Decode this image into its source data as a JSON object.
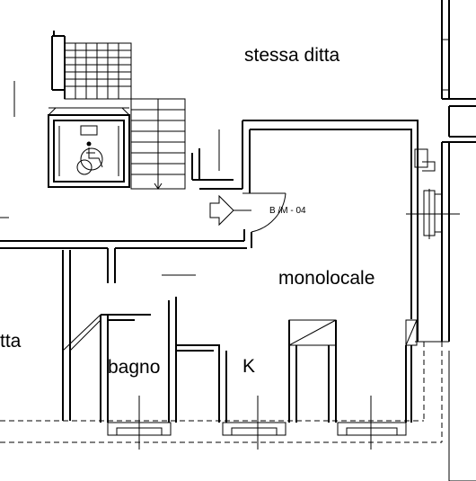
{
  "labels": {
    "room_top": "stessa ditta",
    "room_main": "monolocale",
    "room_left": "tta",
    "bathroom": "bagno",
    "kitchen": "K",
    "unit_code": "B /M - 04"
  },
  "icons": {
    "accessibility": "wheelchair-icon",
    "entrance": "entrance-arrow-icon"
  }
}
